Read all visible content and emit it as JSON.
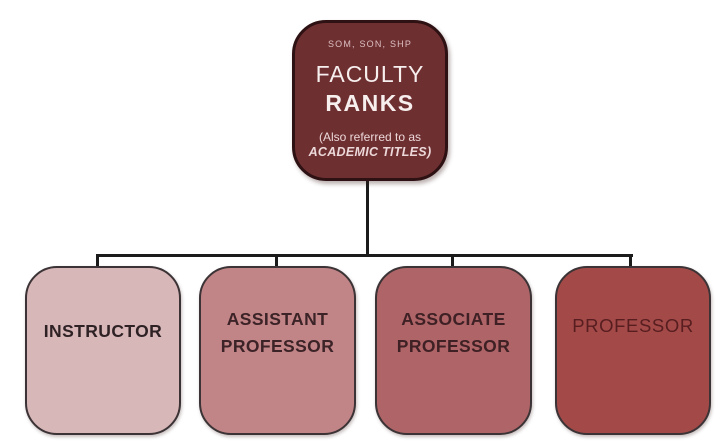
{
  "root_box": {
    "schools": "SOM, SON, SHP",
    "title_line1": "FACULTY",
    "title_line2": "RANKS",
    "note_line1": "(Also referred to as",
    "note_line2": "ACADEMIC TITLES)",
    "fill": "#6E2F31",
    "text_color": "#F7EEEE"
  },
  "rank_boxes": [
    {
      "line1": "INSTRUCTOR",
      "fill": "#D8B7B9",
      "text_color": "#2E2225"
    },
    {
      "line1": "ASSISTANT",
      "line2": "PROFESSOR",
      "fill": "#C28587",
      "text_color": "#3C2327"
    },
    {
      "line1": "ASSOCIATE",
      "line2": "PROFESSOR",
      "fill": "#AF6568",
      "text_color": "#3F2125"
    },
    {
      "line1": "PROFESSOR",
      "fill": "#A34A49",
      "text_color": "#571D1F"
    }
  ],
  "connector_color": "#1B1B1B"
}
